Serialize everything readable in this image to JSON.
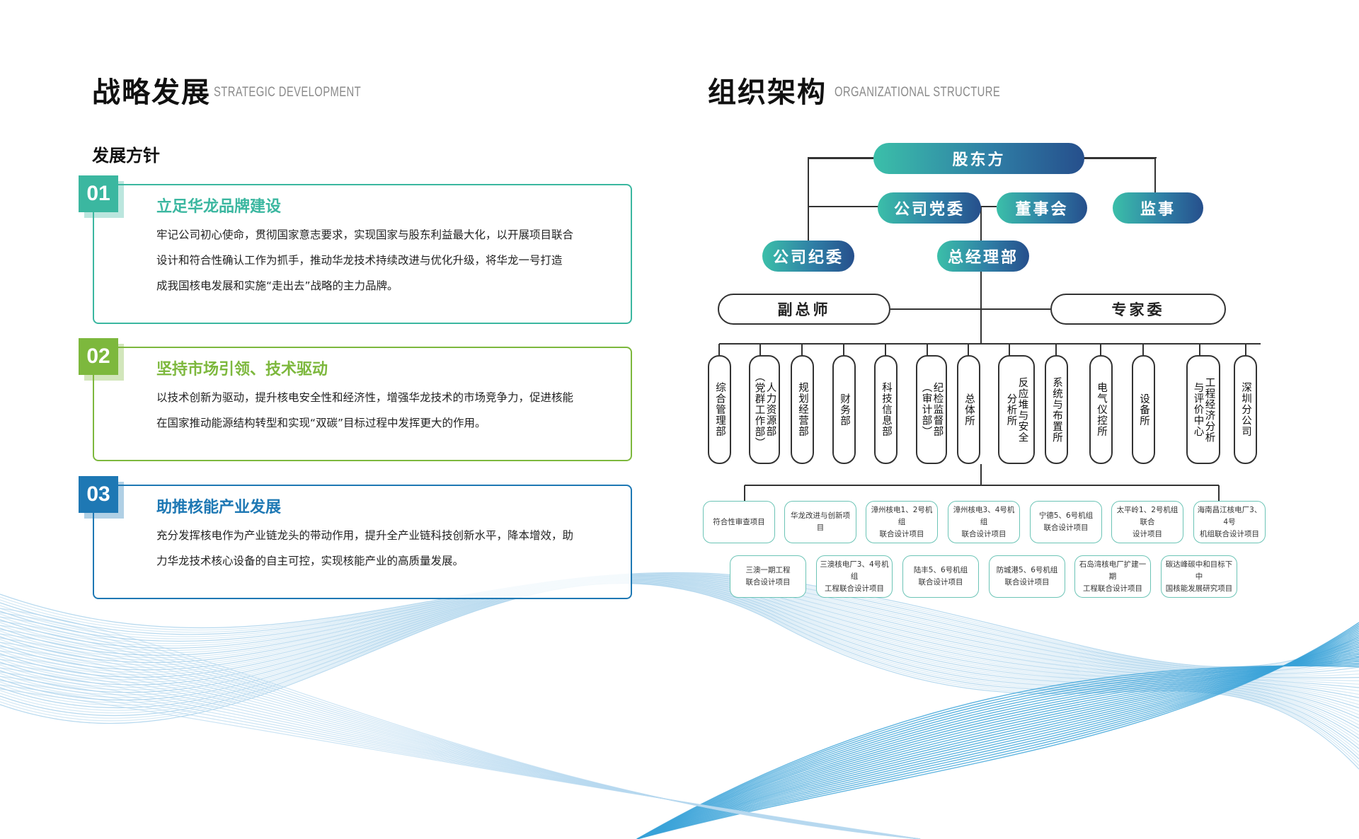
{
  "left": {
    "title": "战略发展",
    "title_en": "STRATEGIC DEVELOPMENT",
    "subtitle": "发展方针",
    "policies": [
      {
        "num": "01",
        "title": "立足华龙品牌建设",
        "lines": [
          "牢记公司初心使命，贯彻国家意志要求，实现国家与股东利益最大化，以开展项目联合",
          "设计和符合性确认工作为抓手，推动华龙技术持续改进与优化升级，将华龙一号打造",
          "成我国核电发展和实施“走出去”战略的主力品牌。"
        ],
        "color": "#3bb7a0"
      },
      {
        "num": "02",
        "title": "坚持市场引领、技术驱动",
        "lines": [
          "以技术创新为驱动，提升核电安全性和经济性，增强华龙技术的市场竞争力，促进核能",
          "在国家推动能源结构转型和实现“双碳”目标过程中发挥更大的作用。"
        ],
        "color": "#7db83d"
      },
      {
        "num": "03",
        "title": "助推核能产业发展",
        "lines": [
          "充分发挥核电作为产业链龙头的带动作用，提升全产业链科技创新水平，降本增效，助",
          "力华龙技术核心设备的自主可控，实现核能产业的高质量发展。"
        ],
        "color": "#1e78b4"
      }
    ]
  },
  "right": {
    "title": "组织架构",
    "title_en": "ORGANIZATIONAL STRUCTURE",
    "org": {
      "shareholders": "股东方",
      "party": "公司党委",
      "board": "董事会",
      "supervisor": "监事",
      "discipline": "公司纪委",
      "gm": "总经理部",
      "deputy_chief": "副总师",
      "experts": "专家委",
      "departments": [
        {
          "cols": [
            "综合管理部"
          ]
        },
        {
          "cols": [
            "人力资源部",
            "（党群工作部）"
          ]
        },
        {
          "cols": [
            "规划经营部"
          ]
        },
        {
          "cols": [
            "财务部"
          ]
        },
        {
          "cols": [
            "科技信息部"
          ]
        },
        {
          "cols": [
            "纪检监督部",
            "（审计部）"
          ]
        },
        {
          "cols": [
            "总体所"
          ]
        },
        {
          "cols": [
            "反应堆与安全",
            "分析所"
          ]
        },
        {
          "cols": [
            "系统与布置所"
          ]
        },
        {
          "cols": [
            "电气仪控所"
          ]
        },
        {
          "cols": [
            "设备所"
          ]
        },
        {
          "cols": [
            "工程经济分析",
            "与评价中心"
          ]
        },
        {
          "cols": [
            "深圳分公司"
          ]
        }
      ],
      "projects_row1": [
        {
          "lines": [
            "符合性审查项目"
          ]
        },
        {
          "lines": [
            "华龙改进与创新项目"
          ]
        },
        {
          "lines": [
            "漳州核电1、2号机组",
            "联合设计项目"
          ]
        },
        {
          "lines": [
            "漳州核电3、4号机组",
            "联合设计项目"
          ]
        },
        {
          "lines": [
            "宁德5、6号机组",
            "联合设计项目"
          ]
        },
        {
          "lines": [
            "太平岭1、2号机组联合",
            "设计项目"
          ]
        },
        {
          "lines": [
            "海南昌江核电厂3、4号",
            "机组联合设计项目"
          ]
        }
      ],
      "projects_row2": [
        {
          "lines": [
            "三澳一期工程",
            "联合设计项目"
          ]
        },
        {
          "lines": [
            "三澳核电厂3、4号机组",
            "工程联合设计项目"
          ]
        },
        {
          "lines": [
            "陆丰5、6号机组",
            "联合设计项目"
          ]
        },
        {
          "lines": [
            "防城港5、6号机组",
            "联合设计项目"
          ]
        },
        {
          "lines": [
            "石岛湾核电厂扩建一期",
            "工程联合设计项目"
          ]
        },
        {
          "lines": [
            "碳达峰碳中和目标下中",
            "国核能发展研究项目"
          ]
        }
      ]
    }
  }
}
